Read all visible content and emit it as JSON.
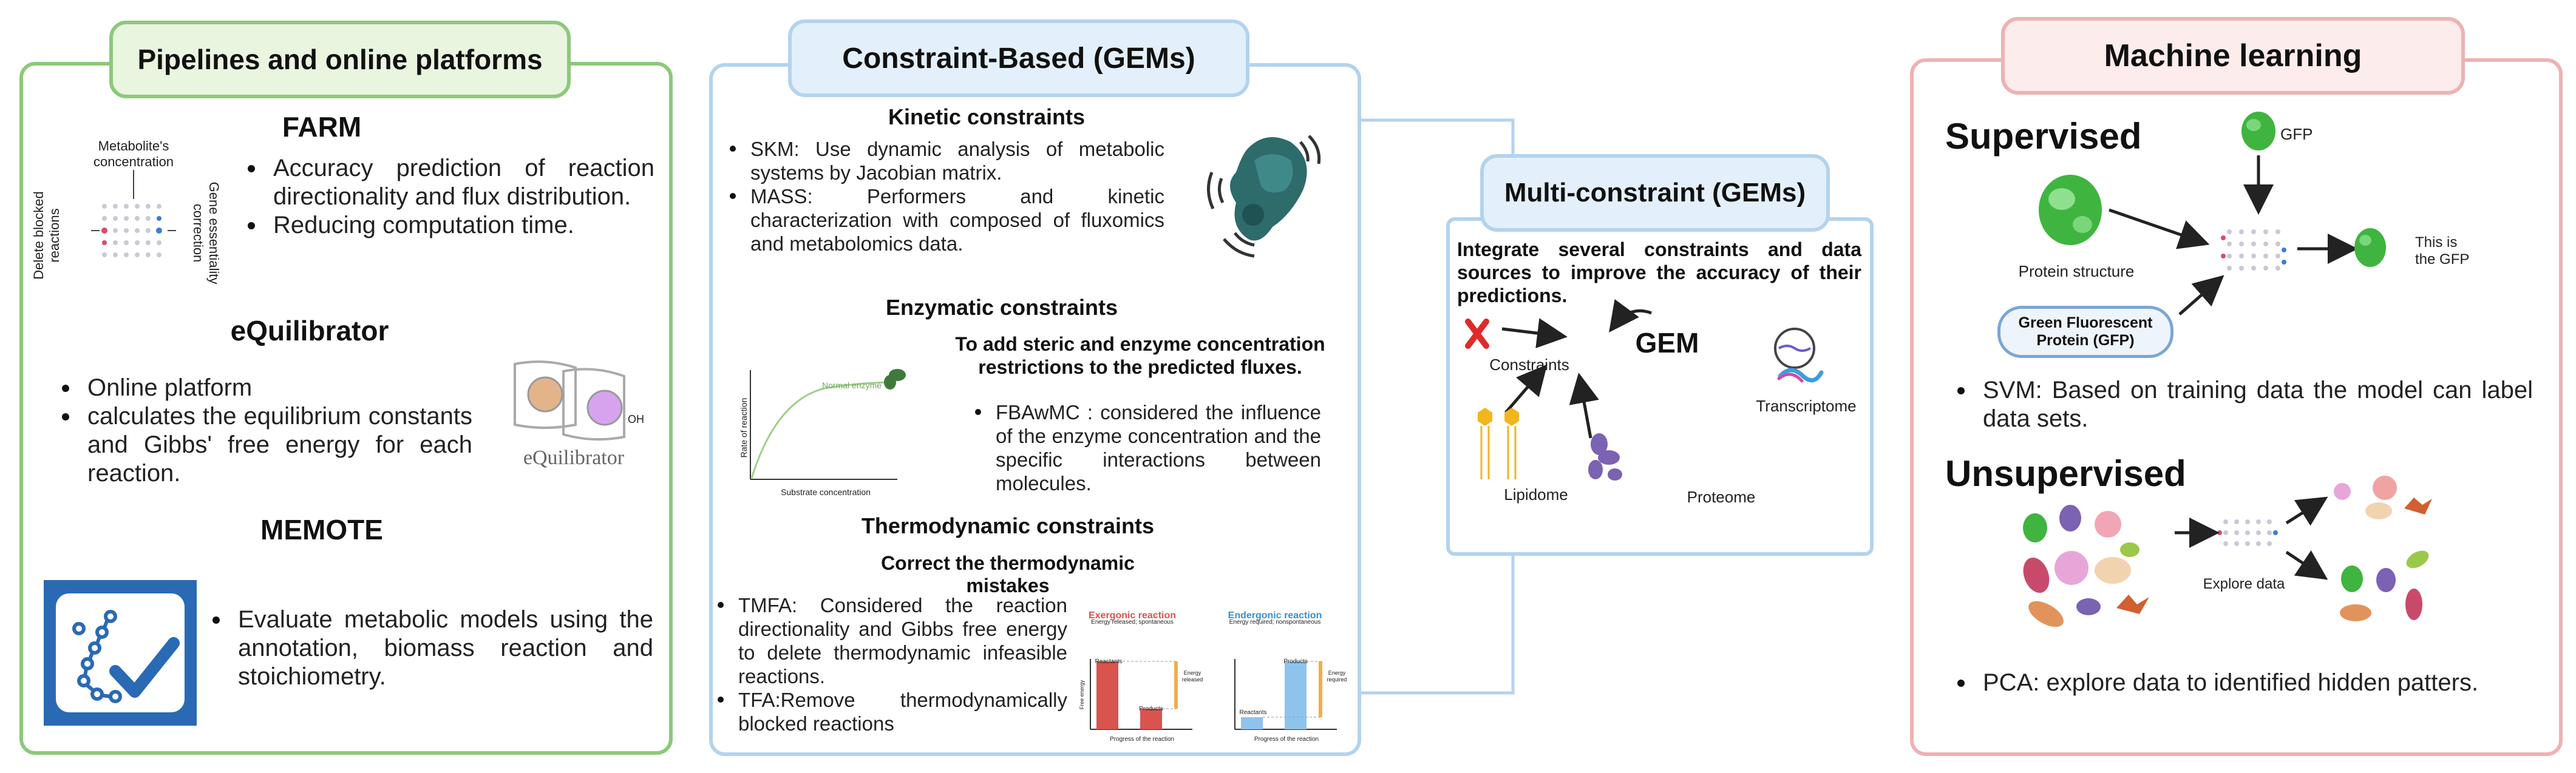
{
  "colors": {
    "green": "#8cc97a",
    "blue": "#b3d3ee",
    "red": "#eeb2b2",
    "green_header": "#eaf5e0",
    "blue_header": "#e3f0fb",
    "red_header": "#fdecec"
  },
  "pipelines": {
    "title": "Pipelines and online platforms",
    "farm": {
      "title": "FARM",
      "label_top": "Metabolite's concentration",
      "label_left": "Delete blocked reactions",
      "label_right": "Gene essentiality correction",
      "bullets": [
        "Accuracy prediction of reaction directionality and flux distribution.",
        "Reducing computation time."
      ]
    },
    "equilibrator": {
      "title": "eQuilibrator",
      "bullets": [
        "Online platform",
        "calculates the equilibrium constants and Gibbs' free energy for each reaction."
      ],
      "logo_text": "eQuilibrator",
      "oh_text": "OH"
    },
    "memote": {
      "title": "MEMOTE",
      "bullets": [
        "Evaluate metabolic models using the annotation, biomass reaction and stoichiometry."
      ]
    }
  },
  "constraint": {
    "title": "Constraint-Based (GEMs)",
    "kinetic": {
      "title": "Kinetic constraints",
      "bullets": [
        "SKM: Use dynamic analysis of metabolic systems by Jacobian matrix.",
        "MASS: Performers and kinetic characterization with composed of fluxomics and metabolomics data."
      ]
    },
    "enzymatic": {
      "title": "Enzymatic constraints",
      "subtitle": "To add steric and enzyme concentration restrictions to the predicted fluxes.",
      "bullets": [
        "FBAwMC : considered the influence of the enzyme concentration and the specific interactions between molecules."
      ],
      "plot": {
        "curve_label": "Normal enzyme",
        "ylabel": "Rate of reaction",
        "xlabel": "Substrate concentration"
      }
    },
    "thermo": {
      "title": "Thermodynamic constraints",
      "subtitle": "Correct the thermodynamic mistakes",
      "bullets": [
        "TMFA: Considered the reaction directionality and Gibbs free energy to delete thermodynamic infeasible reactions.",
        "TFA:Remove thermodynamically blocked reactions"
      ],
      "exergonic": {
        "title": "Exergonic reaction",
        "sub": "Energy released; spontaneous",
        "left": "Reactants",
        "right": "Products",
        "side": "Energy released",
        "xlabel": "Progress of the reaction"
      },
      "endergonic": {
        "title": "Endergonic reaction",
        "sub": "Energy required; nonspontaneous",
        "left": "Reactants",
        "right": "Products",
        "side": "Energy required",
        "xlabel": "Progress of the reaction"
      },
      "free_energy": "Free energy"
    }
  },
  "multi": {
    "title": "Multi-constraint (GEMs)",
    "desc": "Integrate several constraints and data sources to improve the accuracy of their predictions.",
    "center": "GEM",
    "constraints_label": "Constraints",
    "transcriptome": "Transcriptome",
    "lipidome": "Lipidome",
    "proteome": "Proteome"
  },
  "ml": {
    "title": "Machine learning",
    "supervised": {
      "title": "Supervised",
      "gfp_label": "GFP",
      "protein_structure": "Protein structure",
      "gfp_box": "Green Fluorescent Protein (GFP)",
      "output": "This is the GFP",
      "bullet": "SVM: Based on training data the model can label data sets."
    },
    "unsupervised": {
      "title": "Unsupervised",
      "explore": "Explore data",
      "bullet": "PCA: explore data to identified hidden patters."
    }
  }
}
